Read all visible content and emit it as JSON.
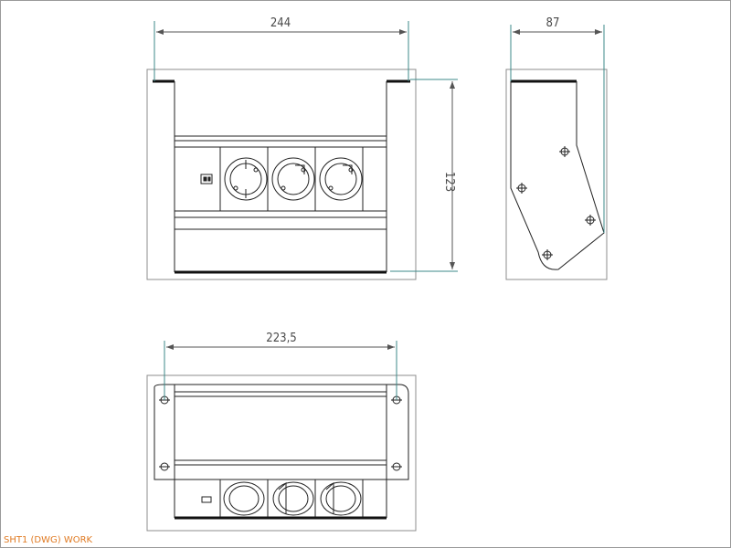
{
  "drawing": {
    "front_view": {
      "width_dimension": "244",
      "height_dimension": "123"
    },
    "side_view": {
      "depth_dimension": "87"
    },
    "top_view": {
      "hole_spacing_dimension": "223,5"
    }
  },
  "status": {
    "sheet_label": "SHT1 (DWG) WORK"
  },
  "colors": {
    "outline": "#222222",
    "dimension": "#3d8a8a",
    "label": "#e07a22",
    "frame": "#9a9a9a"
  }
}
